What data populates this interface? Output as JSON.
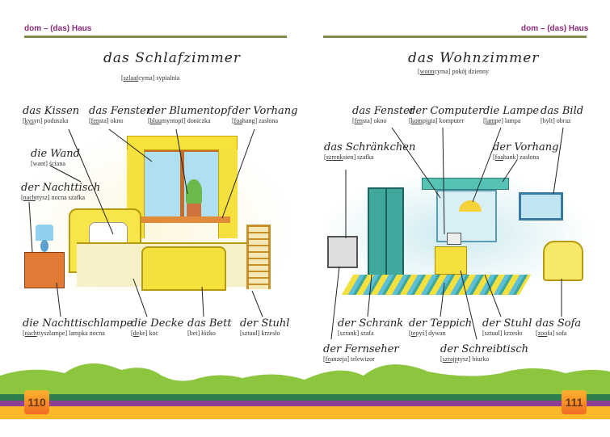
{
  "header": {
    "left": "dom – (das) Haus",
    "right": "dom – (das) Haus"
  },
  "left_page": {
    "title": "das Schlafzimmer",
    "subtitle_u": "szlaaf",
    "subtitle_rest": "cyma]",
    "subtitle_tr": "sypialnia",
    "labels": [
      {
        "word": "das Kissen",
        "pu": "kys",
        "pr": "yn]",
        "tr": "poduszka"
      },
      {
        "word": "das Fenster",
        "pu": "fen",
        "pr": "sta]",
        "tr": "okno"
      },
      {
        "word": "der Blumentopf",
        "pu": "bluu",
        "pr": "myntopf]",
        "tr": "doniczka"
      },
      {
        "word": "der Vorhang",
        "pu": "foa",
        "pr": "hang]",
        "tr": "zasłona"
      },
      {
        "word": "die Wand",
        "pu": "",
        "pr": "want]",
        "tr": "ściana"
      },
      {
        "word": "der Nachttisch",
        "pu": "nach",
        "pr": "ttysz]",
        "tr": "nocna szafka"
      },
      {
        "word": "die Nachttischlampe",
        "pu": "nach",
        "pr": "ttyszlampe]",
        "tr": "lampka nocna"
      },
      {
        "word": "die Decke",
        "pu": "de",
        "pr": "ke]",
        "tr": "koc"
      },
      {
        "word": "das Bett",
        "pu": "",
        "pr": "bet]",
        "tr": "łóżko"
      },
      {
        "word": "der Stuhl",
        "pu": "",
        "pr": "sztuul]",
        "tr": "krzesło"
      }
    ],
    "page_number": "110"
  },
  "right_page": {
    "title": "das Wohnzimmer",
    "subtitle_u": "woon",
    "subtitle_rest": "cyma]",
    "subtitle_tr": "pokój dzienny",
    "labels": [
      {
        "word": "das Fenster",
        "pu": "fen",
        "pr": "sta]",
        "tr": "okno"
      },
      {
        "word": "der Computer",
        "pu": "kompju",
        "pr": "ta]",
        "tr": "komputer"
      },
      {
        "word": "die Lampe",
        "pu": "lam",
        "pr": "pe]",
        "tr": "lampa"
      },
      {
        "word": "das Bild",
        "pu": "",
        "pr": "bylt]",
        "tr": "obraz"
      },
      {
        "word": "das Schränkchen",
        "pu": "szrenk",
        "pr": "sien]",
        "tr": "szafka"
      },
      {
        "word": "der Vorhang",
        "pu": "foa",
        "pr": "hank]",
        "tr": "zasłona"
      },
      {
        "word": "der Schrank",
        "pu": "",
        "pr": "szrank]",
        "tr": "szafa"
      },
      {
        "word": "der Teppich",
        "pu": "te",
        "pr": "pyś]",
        "tr": "dywan"
      },
      {
        "word": "der Stuhl",
        "pu": "",
        "pr": "sztuul]",
        "tr": "krzesło"
      },
      {
        "word": "das Sofa",
        "pu": "zoo",
        "pr": "fa]",
        "tr": "sofa"
      },
      {
        "word": "der Fernseher",
        "pu": "fe",
        "pr": "anzeja]",
        "tr": "telewizor"
      },
      {
        "word": "der Schreibtisch",
        "pu": "szrajp",
        "pr": "tysz]",
        "tr": "biurko"
      }
    ],
    "page_number": "111"
  },
  "colors": {
    "header": "#8b2a7a",
    "grass": "#8cc63f",
    "dark_green": "#2e7d4f",
    "purple": "#8e3f96",
    "yellow": "#fbb829"
  }
}
